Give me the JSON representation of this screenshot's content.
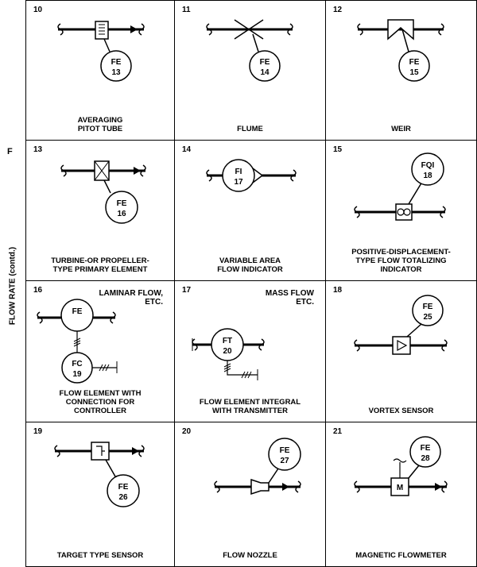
{
  "sidebar": {
    "letter": "F",
    "label": "FLOW RATE (contd.)"
  },
  "cells": [
    {
      "number": "10",
      "caption": [
        "AVERAGING",
        "PITOT TUBE"
      ],
      "bubble": [
        "FE",
        "13"
      ]
    },
    {
      "number": "11",
      "caption": [
        "FLUME"
      ],
      "bubble": [
        "FE",
        "14"
      ]
    },
    {
      "number": "12",
      "caption": [
        "WEIR"
      ],
      "bubble": [
        "FE",
        "15"
      ]
    },
    {
      "number": "13",
      "caption": [
        "TURBINE-OR PROPELLER-",
        "TYPE PRIMARY ELEMENT"
      ],
      "bubble": [
        "FE",
        "16"
      ]
    },
    {
      "number": "14",
      "caption": [
        "VARIABLE AREA",
        "FLOW INDICATOR"
      ],
      "bubble": [
        "FI",
        "17"
      ]
    },
    {
      "number": "15",
      "caption": [
        "POSITIVE-DISPLACEMENT-",
        "TYPE FLOW TOTALIZING",
        "INDICATOR"
      ],
      "bubble": [
        "FQI",
        "18"
      ]
    },
    {
      "number": "16",
      "note": [
        "LAMINAR FLOW,",
        "ETC."
      ],
      "caption": [
        "FLOW ELEMENT WITH",
        "CONNECTION FOR",
        "CONTROLLER"
      ],
      "bubble": [
        "FE",
        ""
      ],
      "bubble2": [
        "FC",
        "19"
      ]
    },
    {
      "number": "17",
      "note": [
        "MASS FLOW",
        "ETC."
      ],
      "caption": [
        "FLOW ELEMENT INTEGRAL",
        "WITH TRANSMITTER"
      ],
      "bubble": [
        "FT",
        "20"
      ]
    },
    {
      "number": "18",
      "caption": [
        "VORTEX SENSOR"
      ],
      "bubble": [
        "FE",
        "25"
      ]
    },
    {
      "number": "19",
      "caption": [
        "TARGET TYPE SENSOR"
      ],
      "bubble": [
        "FE",
        "26"
      ]
    },
    {
      "number": "20",
      "caption": [
        "FLOW NOZZLE"
      ],
      "bubble": [
        "FE",
        "27"
      ]
    },
    {
      "number": "21",
      "caption": [
        "MAGNETIC FLOWMETER"
      ],
      "bubble": [
        "FE",
        "28"
      ],
      "element_label": "M"
    }
  ]
}
